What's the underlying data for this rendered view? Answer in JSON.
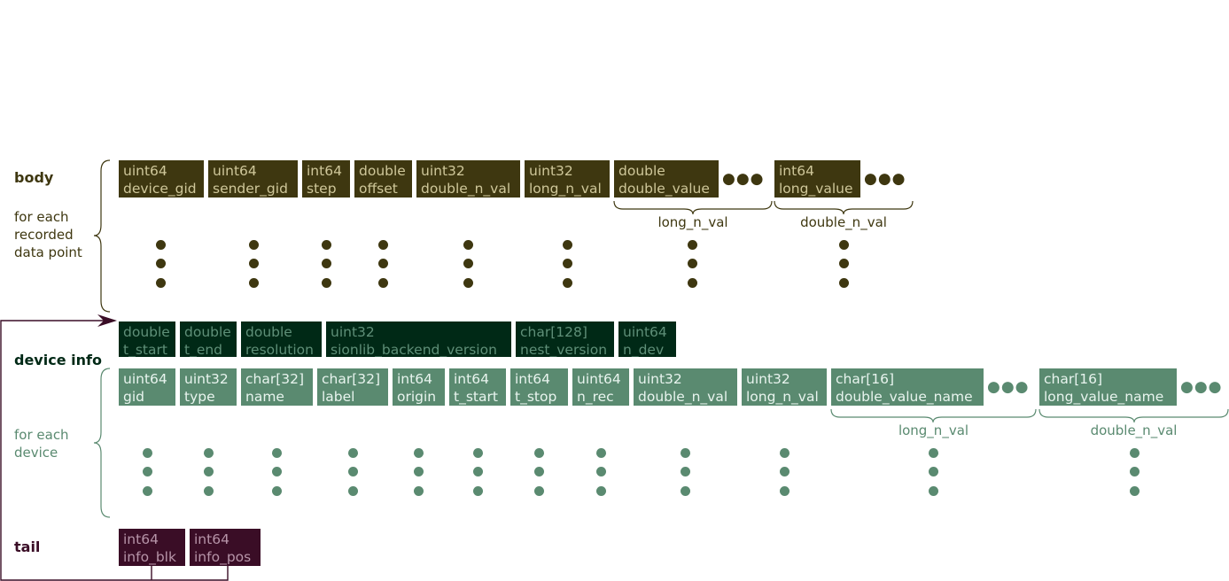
{
  "sections": {
    "body": {
      "title": "body",
      "subtitle": "for each\nrecorded\ndata point"
    },
    "device_info": {
      "title": "device info",
      "subtitle": "for each\ndevice"
    },
    "tail": {
      "title": "tail"
    }
  },
  "body_fields": [
    {
      "type": "uint64",
      "name": "device_gid"
    },
    {
      "type": "uint64",
      "name": "sender_gid"
    },
    {
      "type": "int64",
      "name": "step"
    },
    {
      "type": "double",
      "name": "offset"
    },
    {
      "type": "uint32",
      "name": "double_n_val"
    },
    {
      "type": "uint32",
      "name": "long_n_val"
    },
    {
      "type": "double",
      "name": "double_value"
    },
    {
      "type": "int64",
      "name": "long_value"
    }
  ],
  "body_repeat_labels": [
    "long_n_val",
    "double_n_val"
  ],
  "info_fields": [
    {
      "type": "double",
      "name": "t_start"
    },
    {
      "type": "double",
      "name": "t_end"
    },
    {
      "type": "double",
      "name": "resolution"
    },
    {
      "type": "uint32",
      "name": "sionlib_backend_version"
    },
    {
      "type": "char[128]",
      "name": "nest_version"
    },
    {
      "type": "uint64",
      "name": "n_dev"
    }
  ],
  "device_fields": [
    {
      "type": "uint64",
      "name": "gid"
    },
    {
      "type": "uint32",
      "name": "type"
    },
    {
      "type": "char[32]",
      "name": "name"
    },
    {
      "type": "char[32]",
      "name": "label"
    },
    {
      "type": "int64",
      "name": "origin"
    },
    {
      "type": "int64",
      "name": "t_start"
    },
    {
      "type": "int64",
      "name": "t_stop"
    },
    {
      "type": "uint64",
      "name": "n_rec"
    },
    {
      "type": "uint32",
      "name": "double_n_val"
    },
    {
      "type": "uint32",
      "name": "long_n_val"
    },
    {
      "type": "char[16]",
      "name": "double_value_name"
    },
    {
      "type": "char[16]",
      "name": "long_value_name"
    }
  ],
  "device_repeat_labels": [
    "long_n_val",
    "double_n_val"
  ],
  "tail_fields": [
    {
      "type": "int64",
      "name": "info_blk"
    },
    {
      "type": "int64",
      "name": "info_pos"
    }
  ],
  "ellipsis_glyph": "●●●",
  "colors": {
    "body": "#3e3710",
    "body_text": "#cfc79a",
    "info": "#002916",
    "info_text": "#5f8f78",
    "device": "#5a8a70",
    "device_text": "#e8f4ee",
    "tail": "#3a0d26",
    "tail_text": "#b694a8"
  }
}
